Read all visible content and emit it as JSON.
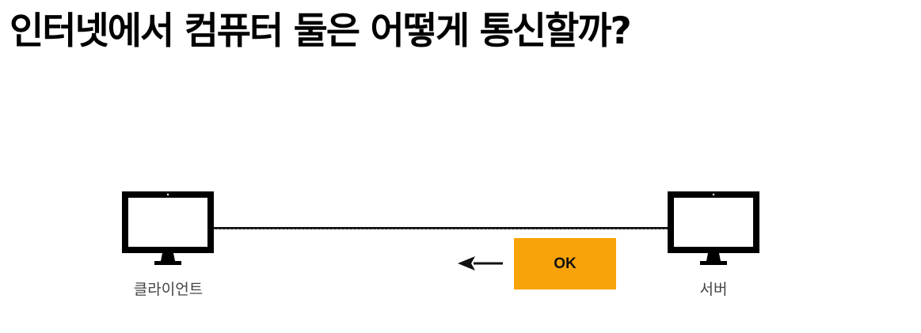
{
  "title": "인터넷에서 컴퓨터 둘은 어떻게 통신할까?",
  "nodes": {
    "client": {
      "label": "클라이언트"
    },
    "server": {
      "label": "서버"
    }
  },
  "message": {
    "label": "OK",
    "color": "#F9A30B",
    "direction": "server-to-client"
  },
  "icons": {
    "client": "monitor-icon",
    "server": "monitor-icon",
    "arrow": "left-arrow-icon"
  }
}
